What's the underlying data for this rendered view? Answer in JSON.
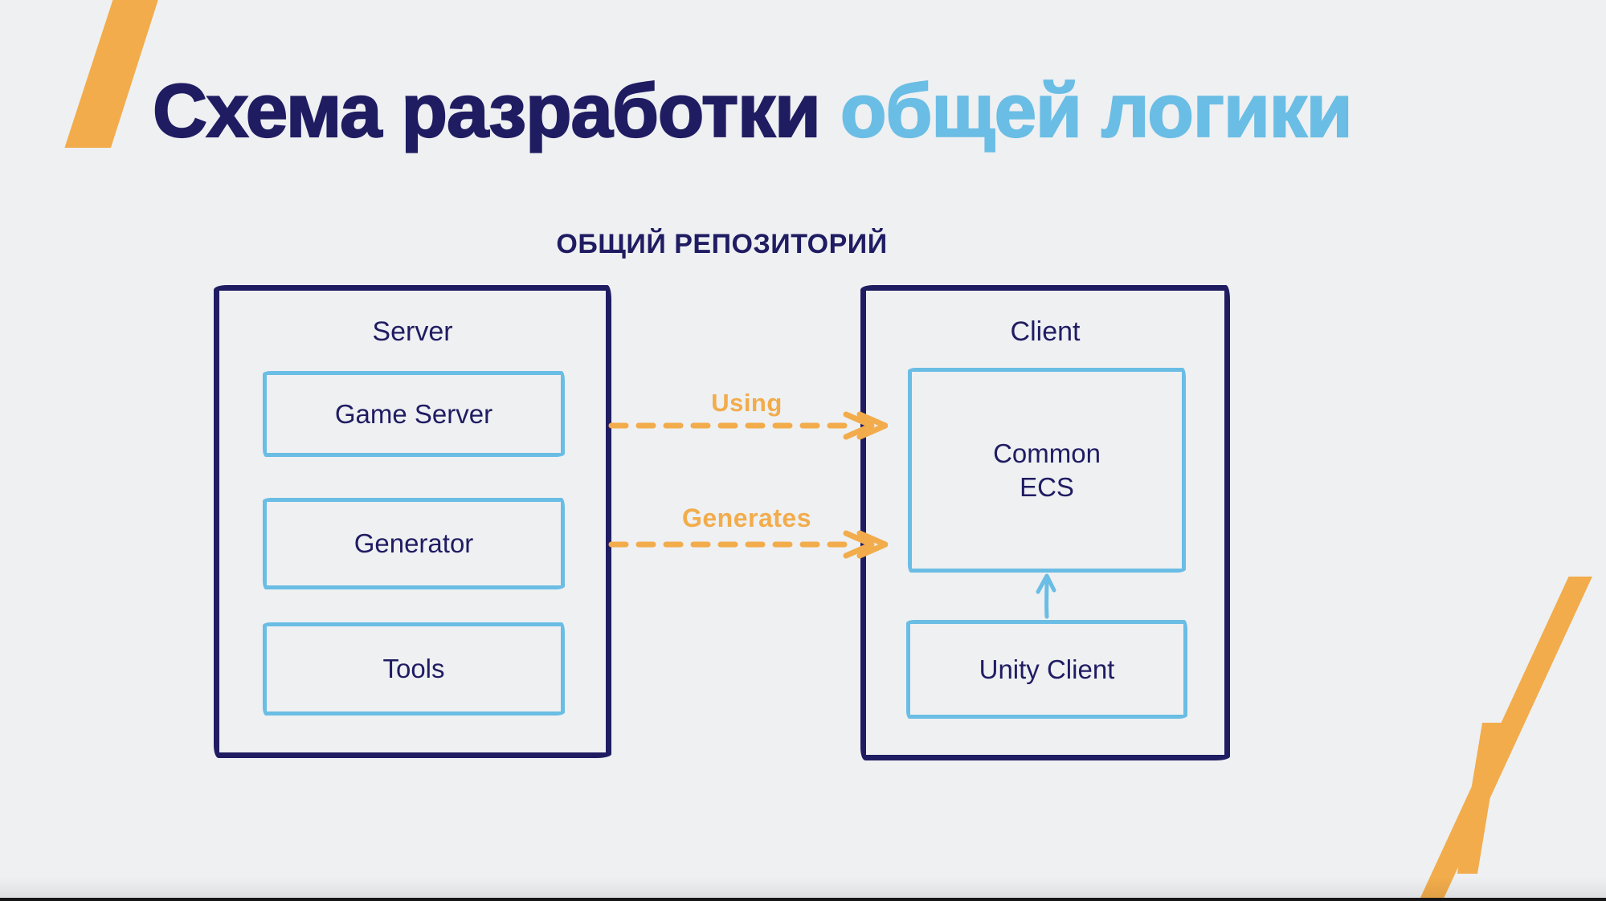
{
  "colors": {
    "background": "#eef0f2",
    "navy": "#201c62",
    "light_blue": "#6abde4",
    "orange": "#f2ac4b",
    "edge_dark": "#161616"
  },
  "title": {
    "part1": "Схема разработки",
    "part2": "общей логики"
  },
  "diagram": {
    "repository_label": "ОБЩИЙ РЕПОЗИТОРИЙ",
    "server": {
      "label": "Server",
      "items": [
        {
          "label": "Game Server"
        },
        {
          "label": "Generator"
        },
        {
          "label": "Tools"
        }
      ]
    },
    "client": {
      "label": "Client",
      "items": [
        {
          "label": "Common\nECS"
        },
        {
          "label": "Unity Client"
        }
      ]
    },
    "connections": [
      {
        "label": "Using",
        "from": "Game Server",
        "to": "Common ECS",
        "style": "orange-dashed-right"
      },
      {
        "label": "Generates",
        "from": "Generator",
        "to": "Common ECS",
        "style": "orange-dashed-right"
      },
      {
        "label": "",
        "from": "Unity Client",
        "to": "Common ECS",
        "style": "blue-solid-up"
      }
    ]
  }
}
